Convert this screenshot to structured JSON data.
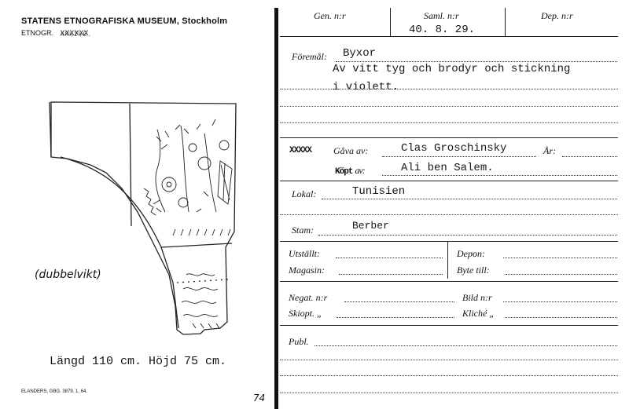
{
  "header": {
    "museum": "STATENS ETNOGRAFISKA MUSEUM,",
    "city": "Stockholm",
    "etnogr": "ETNOGR.",
    "struck": "XXXXXX",
    "struck_under": "ARKIVE."
  },
  "left": {
    "note": "(dubbelvikt)",
    "dimensions": "Längd 110 cm. Höjd 75 cm.",
    "printer": "ELANDERS, GBG. 3879. 1. 64.",
    "page_mark": "74"
  },
  "columns": {
    "gen": "Gen. n:r",
    "saml": "Saml. n:r",
    "saml_value": "40. 8. 29.",
    "dep": "Dep. n:r"
  },
  "foremal": {
    "label": "Föremål:",
    "value": "Byxor",
    "line2": "Av vitt tyg och brodyr och stickning",
    "line3": "i violett."
  },
  "acquisition": {
    "struck1": "XXXXX",
    "gava_label": "Gåva av:",
    "gava_value": "Clas Groschinsky",
    "ar_label": "År:",
    "struck2": "Köpt",
    "struck2_suffix": "av:",
    "from_value": "Ali ben Salem."
  },
  "lokal": {
    "label": "Lokal:",
    "value": "Tunisien"
  },
  "stam": {
    "label": "Stam:",
    "value": "Berber"
  },
  "storage": {
    "utstallt": "Utställt:",
    "magasin": "Magasin:",
    "depon": "Depon:",
    "byte": "Byte till:"
  },
  "negat": {
    "negat": "Negat. n:r",
    "bild": "Bild n:r",
    "skiopt": "Skiopt. „",
    "kliche": "Kliché „"
  },
  "publ": {
    "label": "Publ."
  }
}
